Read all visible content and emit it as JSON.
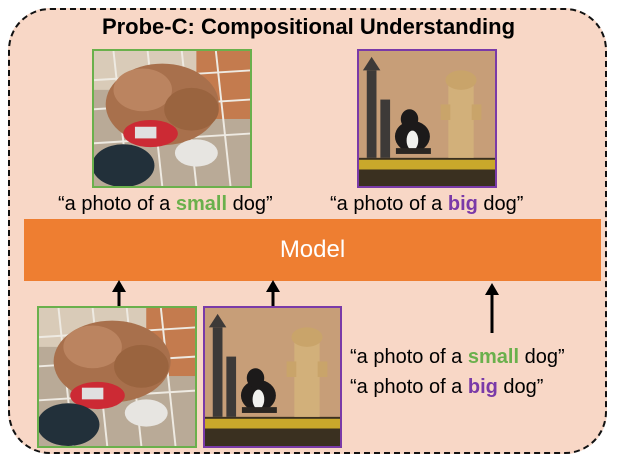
{
  "title": "Probe-C: Compositional Understanding",
  "colors": {
    "frame_bg": "#f8d7c6",
    "model_bar": "#ee7e31",
    "small_accent": "#6ab04c",
    "big_accent": "#7a3aa8"
  },
  "top_images": [
    {
      "name": "small-dog-photo",
      "border": "#6ab04c"
    },
    {
      "name": "big-dog-photo",
      "border": "#7a3aa8"
    }
  ],
  "top_captions": {
    "small": {
      "prefix": "“a photo of a ",
      "keyword": "small",
      "suffix": " dog”"
    },
    "big": {
      "prefix": "“a photo of a ",
      "keyword": "big",
      "suffix": " dog”"
    }
  },
  "model": {
    "label": "Model"
  },
  "bottom_images": [
    {
      "name": "small-dog-photo",
      "border": "#6ab04c"
    },
    {
      "name": "big-dog-photo",
      "border": "#7a3aa8"
    }
  ],
  "bottom_captions": {
    "small": {
      "prefix": "“a photo of a ",
      "keyword": "small",
      "suffix": " dog”"
    },
    "big": {
      "prefix": "“a photo of a ",
      "keyword": "big",
      "suffix": " dog”"
    }
  }
}
